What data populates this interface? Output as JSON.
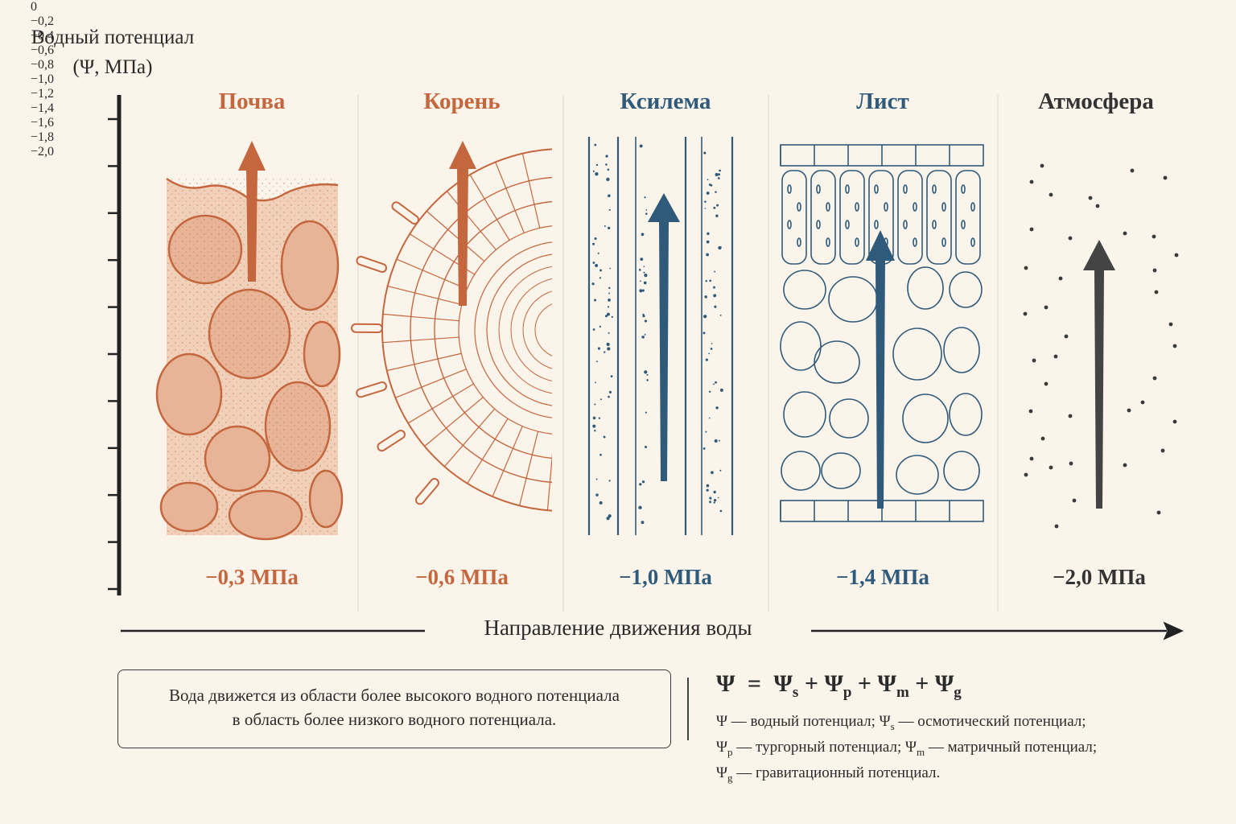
{
  "axis": {
    "title_line1": "Водный потенциал",
    "title_line2": "(Ψ, МПа)",
    "ticks": [
      "0",
      "−0,2",
      "−0,4",
      "−0,6",
      "−0,8",
      "−1,0",
      "−1,2",
      "−1,4",
      "−1,6",
      "−1,8",
      "−2,0"
    ]
  },
  "sections": [
    {
      "title": "Почва",
      "value": "−0,3 МПа",
      "color": "#c4673e"
    },
    {
      "title": "Корень",
      "value": "−0,6 МПа",
      "color": "#c4673e"
    },
    {
      "title": "Ксилема",
      "value": "−1,0 МПа",
      "color": "#2f5a7a"
    },
    {
      "title": "Лист",
      "value": "−1,4 МПа",
      "color": "#2f5a7a"
    },
    {
      "title": "Атмосфера",
      "value": "−2,0 МПа",
      "color": "#333333"
    }
  ],
  "direction_label": "Направление движения воды",
  "note": {
    "line1": "Вода движется из области более высокого водного потенциала",
    "line2": "в область более низкого водного потенциала."
  },
  "formula": {
    "psi": "Ψ",
    "eq": "=",
    "plus": "+",
    "subs": [
      "s",
      "p",
      "m",
      "g"
    ]
  },
  "legend": {
    "line1_a": "Ψ — водный потенциал; Ψ",
    "line1_sub": "s",
    "line1_b": " — осмотический потенциал;",
    "line2_a": "Ψ",
    "line2_sub1": "p",
    "line2_b": " — тургорный потенциал; Ψ",
    "line2_sub2": "m",
    "line2_c": " — матричный потенциал;",
    "line3_a": "Ψ",
    "line3_sub": "g",
    "line3_b": " — гравитационный потенциал."
  },
  "colors": {
    "soil": "#c4673e",
    "xylem": "#2f5a7a",
    "atmosphere": "#333333",
    "background": "#fbf4ea"
  }
}
